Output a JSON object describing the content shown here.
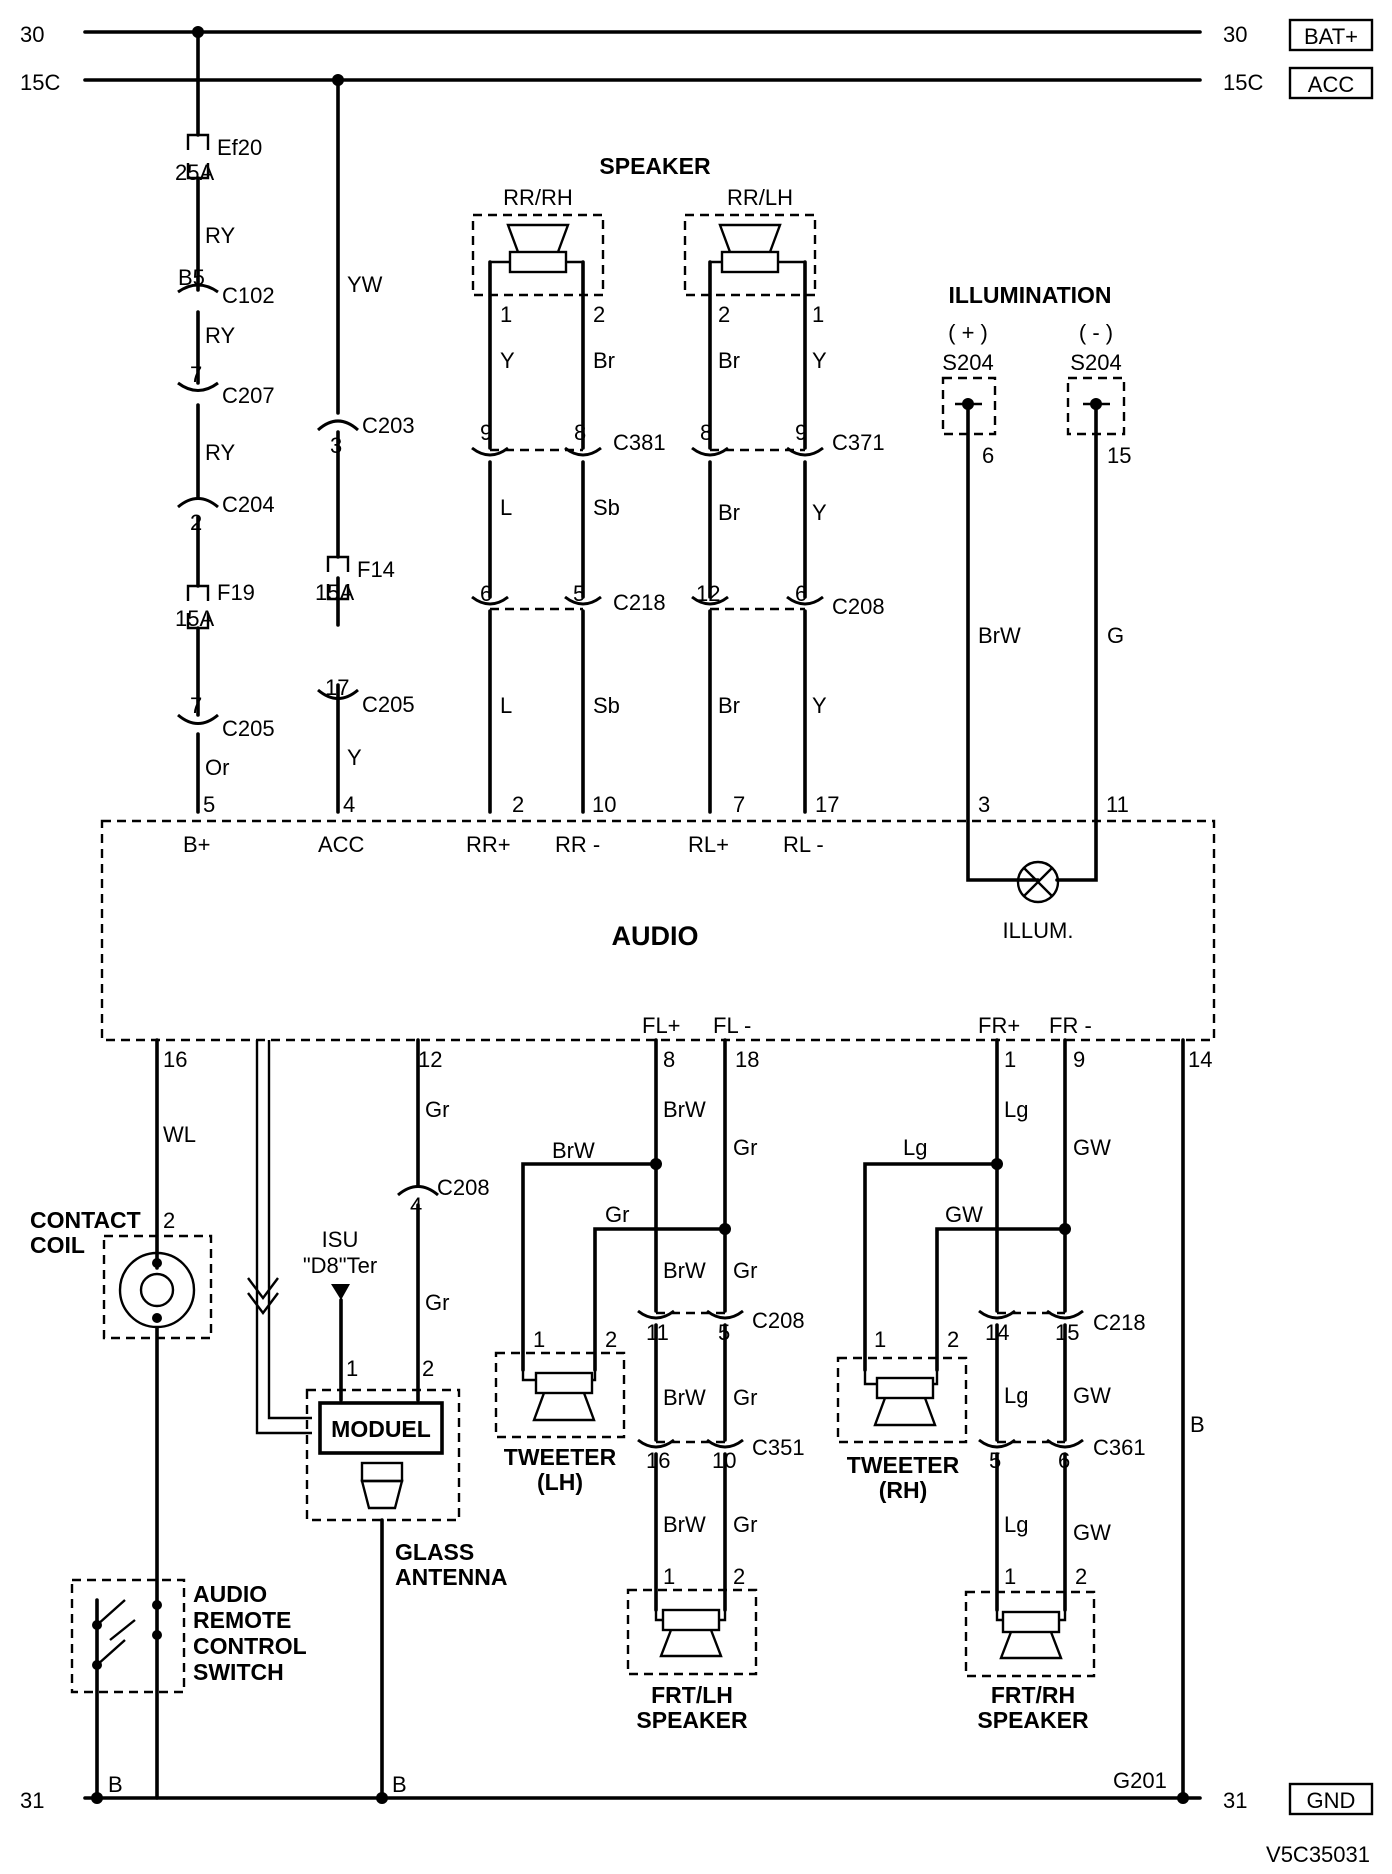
{
  "diagram_id": "V5C35031",
  "rails": {
    "r30": {
      "left": "30",
      "right": "30",
      "name": "BAT+"
    },
    "r15c": {
      "left": "15C",
      "right": "15C",
      "name": "ACC"
    },
    "r31": {
      "left": "31",
      "right": "31",
      "name": "GND"
    }
  },
  "titles": {
    "speaker": "SPEAKER",
    "illumination": "ILLUMINATION",
    "audio": "AUDIO",
    "illum_bulb": "ILLUM."
  },
  "power_feed": {
    "fuse_ef20": "Ef20",
    "amp_ef20": "25A",
    "wire_ry1": "RY",
    "pin_b5": "B5",
    "c102": "C102",
    "wire_ry2": "RY",
    "pin7a": "7",
    "c207": "C207",
    "wire_ry3": "RY",
    "pin2a": "2",
    "c204": "C204",
    "fuse_f19": "F19",
    "amp_f19": "15A",
    "pin7b": "7",
    "c205a": "C205",
    "wire_or": "Or"
  },
  "acc_feed": {
    "wire_yw": "YW",
    "pin3": "3",
    "c203": "C203",
    "fuse_f14": "F14",
    "amp_f14": "15A",
    "pin17": "17",
    "c205b": "C205",
    "wire_y": "Y"
  },
  "rear_speakers": {
    "rr_rh": "RR/RH",
    "rr_lh": "RR/LH",
    "pins": [
      "1",
      "2",
      "2",
      "1"
    ],
    "wires_top": [
      "Y",
      "Br",
      "Br",
      "Y"
    ],
    "c381_pins": [
      "9",
      "8"
    ],
    "c381": "C381",
    "c371_pins": [
      "8",
      "9"
    ],
    "c371": "C371",
    "wires_mid": [
      "L",
      "Sb",
      "Br",
      "Y"
    ],
    "c218_pins": [
      "6",
      "5"
    ],
    "c218": "C218",
    "c208_pins": [
      "12",
      "6"
    ],
    "c208": "C208",
    "wires_low": [
      "L",
      "Sb",
      "Br",
      "Y"
    ]
  },
  "illum": {
    "plus": "( + )",
    "minus": "( - )",
    "s204a": "S204",
    "s204b": "S204",
    "pin6": "6",
    "pin15": "15",
    "wire_brw": "BrW",
    "wire_g": "G"
  },
  "audio_top_pins": {
    "numbers": [
      "5",
      "4",
      "2",
      "10",
      "7",
      "17",
      "3",
      "11"
    ],
    "names": [
      "B+",
      "ACC",
      "RR+",
      "RR -",
      "RL+",
      "RL -"
    ]
  },
  "audio_bottom_pins": {
    "numbers": [
      "16",
      "12",
      "8",
      "18",
      "1",
      "9",
      "14"
    ],
    "names": [
      "FL+",
      "FL -",
      "FR+",
      "FR -"
    ]
  },
  "steering": {
    "wire_wl": "WL",
    "contact_coil": [
      "CONTACT",
      "COIL"
    ],
    "pin2": "2",
    "remote_switch": [
      "AUDIO",
      "REMOTE",
      "CONTROL",
      "SWITCH"
    ],
    "wire_b": "B"
  },
  "antenna": {
    "wire_gr1": "Gr",
    "pin4": "4",
    "c208": "C208",
    "wire_gr2": "Gr",
    "isu": [
      "ISU",
      "\"D8\"Ter"
    ],
    "pin1": "1",
    "pin2": "2",
    "module": "MODUEL",
    "glass_antenna": [
      "GLASS",
      "ANTENNA"
    ],
    "wire_b": "B"
  },
  "front_left": {
    "wire_brw_top": "BrW",
    "wire_gr_top": "Gr",
    "branch_brw": "BrW",
    "branch_gr": "Gr",
    "wire_brw_mid": "BrW",
    "wire_gr_mid": "Gr",
    "c208_pins": [
      "11",
      "5"
    ],
    "c208": "C208",
    "tweeter_pins": [
      "1",
      "2"
    ],
    "tweeter": [
      "TWEETER",
      "(LH)"
    ],
    "wire_brw_low": "BrW",
    "wire_gr_low": "Gr",
    "c351_pins": [
      "16",
      "10"
    ],
    "c351": "C351",
    "wire_brw_bot": "BrW",
    "wire_gr_bot": "Gr",
    "spk_pins": [
      "1",
      "2"
    ],
    "speaker": [
      "FRT/LH",
      "SPEAKER"
    ]
  },
  "front_right": {
    "wire_lg_top": "Lg",
    "wire_gw_top": "GW",
    "branch_lg": "Lg",
    "branch_gw": "GW",
    "c218_pins": [
      "14",
      "15"
    ],
    "c218": "C218",
    "tweeter_pins": [
      "1",
      "2"
    ],
    "tweeter": [
      "TWEETER",
      "(RH)"
    ],
    "wire_lg_low": "Lg",
    "wire_gw_low": "GW",
    "c361_pins": [
      "5",
      "6"
    ],
    "c361": "C361",
    "wire_lg_bot": "Lg",
    "wire_gw_bot": "GW",
    "spk_pins": [
      "1",
      "2"
    ],
    "speaker": [
      "FRT/RH",
      "SPEAKER"
    ]
  },
  "ground": {
    "wire_b": "B",
    "g201": "G201"
  }
}
